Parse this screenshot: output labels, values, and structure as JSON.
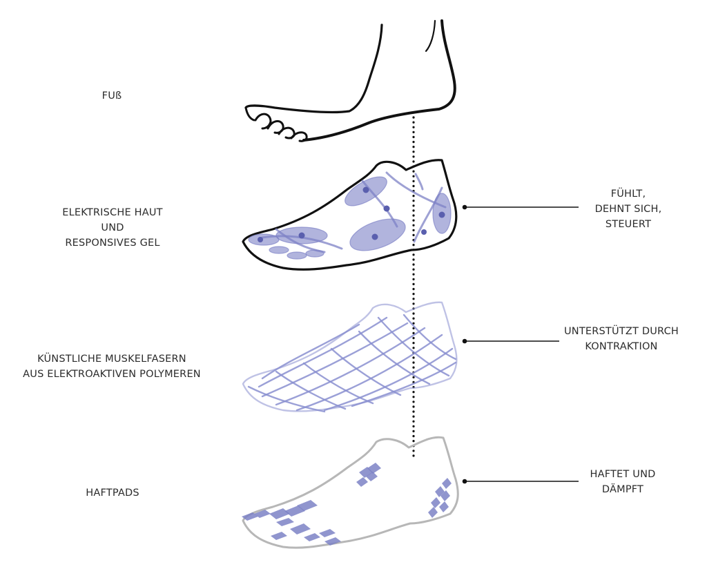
{
  "layers": [
    {
      "name": "foot",
      "left_label": [
        "FUß"
      ],
      "right_label": []
    },
    {
      "name": "skin",
      "left_label": [
        "ELEKTRISCHE HAUT",
        "UND",
        "RESPONSIVES GEL"
      ],
      "right_label": [
        "FÜHLT,",
        "DEHNT SICH,",
        "STEUERT"
      ]
    },
    {
      "name": "muscle",
      "left_label": [
        "KÜNSTLICHE MUSKELFASERN",
        "AUS ELEKTROAKTIVEN POLYMEREN"
      ],
      "right_label": [
        "UNTERSTÜTZT DURCH",
        "KONTRAKTION"
      ]
    },
    {
      "name": "pads",
      "left_label": [
        "HAFTPADS"
      ],
      "right_label": [
        "HAFTET UND",
        "DÄMPFT"
      ]
    }
  ],
  "colors": {
    "outline": "#111111",
    "accent": "#7d82c6",
    "accent_light": "#b3b6e0",
    "pad_outline": "#b7b7b7"
  }
}
